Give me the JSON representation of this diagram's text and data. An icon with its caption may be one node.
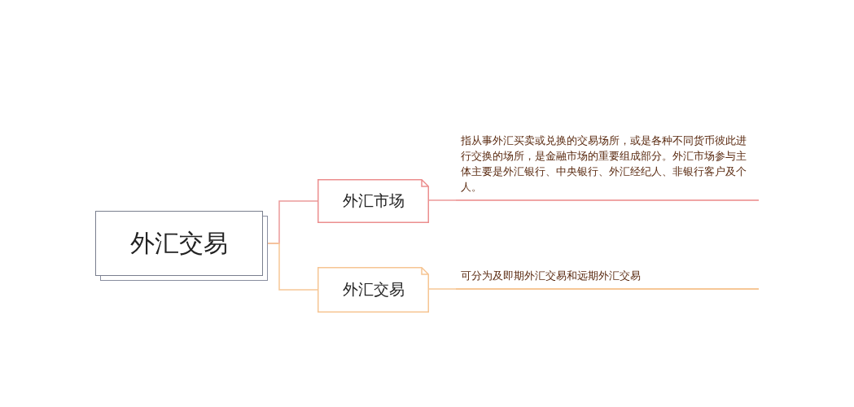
{
  "diagram": {
    "nodes": [
      {
        "text": [
          "外汇交易"
        ]
      },
      {
        "text": [
          "外汇市场"
        ]
      },
      {
        "text": [
          "外汇交易"
        ]
      },
      {
        "text": [
          "指从事外汇买卖或兑换的交易场所，或是各种不同货币彼此进行交换的场所，是金融市场的重要组成部分。外汇市场参与主体主要是外汇银行、中央银行、外汇经纪人、非银行客户及个人。"
        ]
      },
      {
        "text": [
          "可分为及即期外汇交易和远期外汇交易"
        ]
      }
    ],
    "edges": [
      {
        "from": 0,
        "to": 1,
        "arrow": "none",
        "color": "#ec9a9a"
      },
      {
        "from": 0,
        "to": 2,
        "arrow": "none",
        "color": "#f6c796"
      },
      {
        "from": 1,
        "to": 3,
        "arrow": "none",
        "color": "#ec9a9a"
      },
      {
        "from": 2,
        "to": 4,
        "arrow": "none",
        "color": "#f6c796"
      }
    ]
  }
}
